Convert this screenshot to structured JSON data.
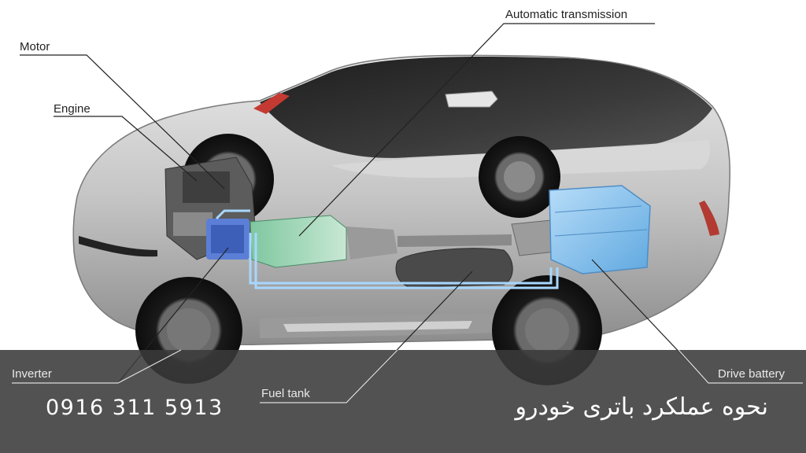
{
  "labels": {
    "motor": "Motor",
    "engine": "Engine",
    "automatic_transmission": "Automatic transmission",
    "inverter": "Inverter",
    "fuel_tank": "Fuel tank",
    "drive_battery": "Drive battery"
  },
  "banner": {
    "phone": "0916 311 5913",
    "title": "نحوه عملکرد باتری خودرو"
  },
  "colors": {
    "body_silver": "#bdbdbd",
    "glass_dark": "#2a2a2a",
    "battery_blue": "#8fc6f2",
    "transmission_green": "#9fd4b6",
    "cable_blue": "#a7d7ff",
    "banner_bg": "#3a3a3a"
  }
}
